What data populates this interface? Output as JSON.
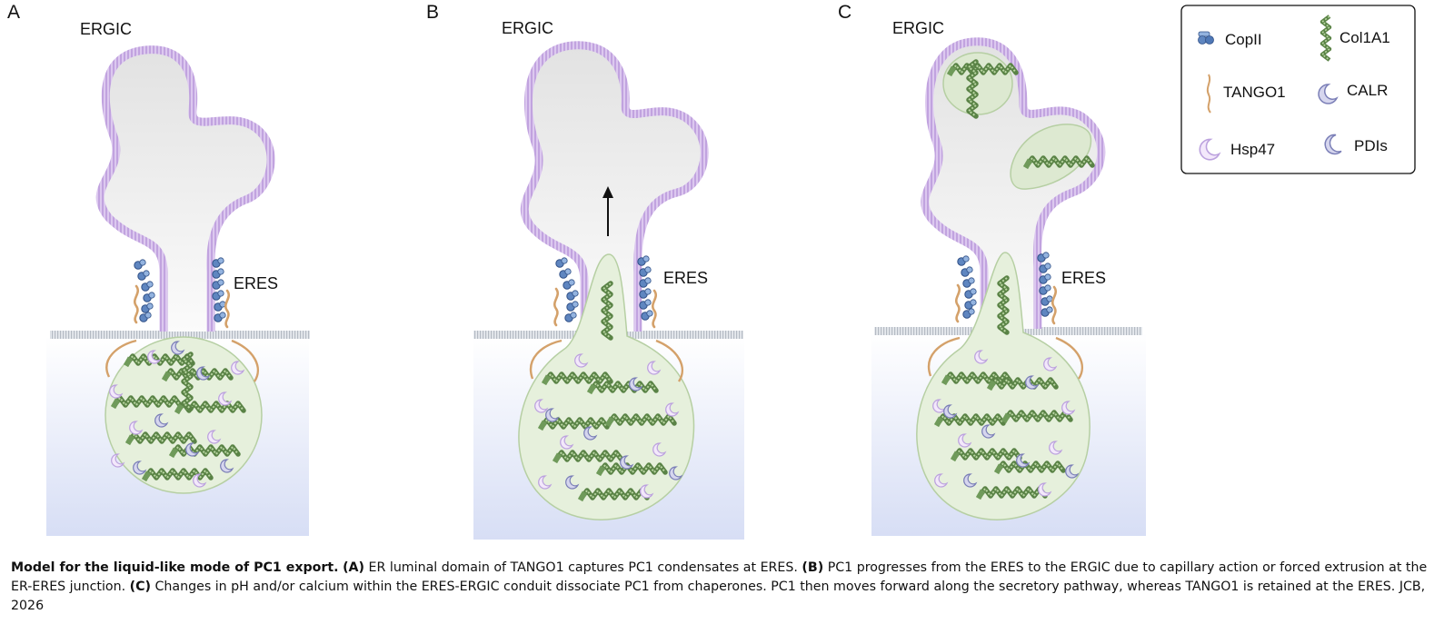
{
  "panels": [
    {
      "letter": "A",
      "ergic": "ERGIC",
      "eres": "ERES"
    },
    {
      "letter": "B",
      "ergic": "ERGIC",
      "eres": "ERES"
    },
    {
      "letter": "C",
      "ergic": "ERGIC",
      "eres": "ERES"
    }
  ],
  "legend": [
    {
      "label": "CopII",
      "icon": "copii-icon"
    },
    {
      "label": "Col1A1",
      "icon": "col1a1-icon"
    },
    {
      "label": "TANGO1",
      "icon": "tango1-icon"
    },
    {
      "label": "CALR",
      "icon": "calr-icon"
    },
    {
      "label": "Hsp47",
      "icon": "hsp47-icon"
    },
    {
      "label": "PDIs",
      "icon": "pdi-icon"
    }
  ],
  "caption": {
    "title": "Model for the liquid-like mode of PC1 export.",
    "a_tag": "(A)",
    "a_text": "ER luminal domain of TANGO1 captures PC1 condensates at ERES.",
    "b_tag": "(B)",
    "b_text": "PC1 progresses from the ERES to the ERGIC due to capillary action or forced extrusion at the ER-ERES junction.",
    "c_tag": "(C)",
    "c_text": "Changes in pH and/or calcium within the ERES-ERGIC conduit dissociate PC1 from chaperones. PC1 then moves forward along the secretory pathway, whereas TANGO1 is retained at the ERES. JCB, 2026"
  },
  "colors": {
    "membrane": "#cdb2e6",
    "lumen": "#e9e9e9",
    "condensate": "#e6f0dc",
    "collagen": "#6f9a5a",
    "copii": "#5f86c0",
    "tango1": "#d7a56c",
    "er": "#dde5f7"
  }
}
